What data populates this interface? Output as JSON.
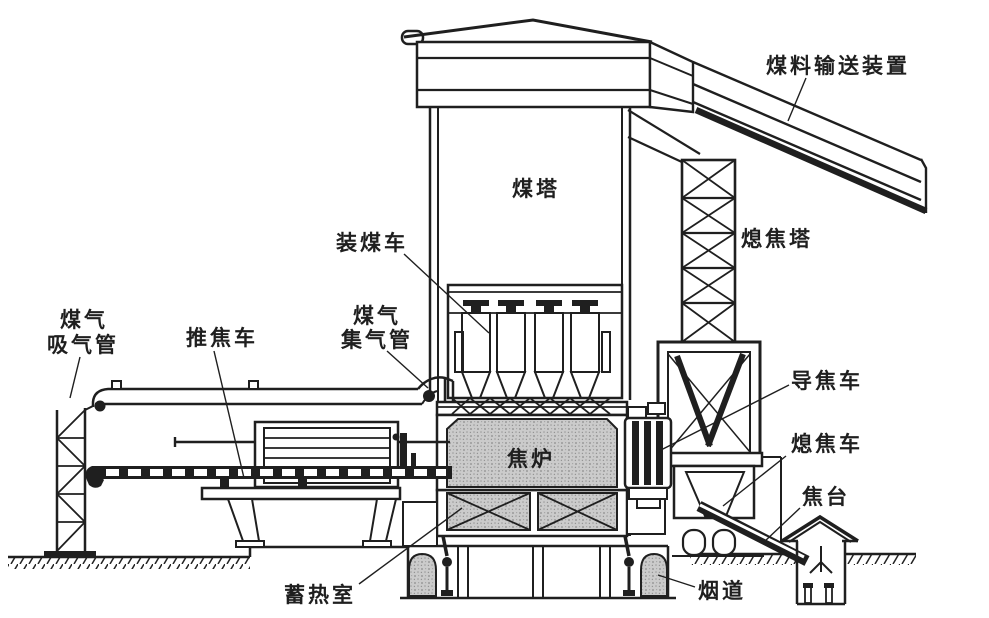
{
  "labels": {
    "coal_conveyor": "煤料输送装置",
    "coal_tower": "煤塔",
    "charging_car": "装煤车",
    "gas_collecting_main_line1": "煤气",
    "gas_collecting_main_line2": "集气管",
    "gas_suction_pipe_line1": "煤气",
    "gas_suction_pipe_line2": "吸气管",
    "pusher_car": "推焦车",
    "coke_oven": "焦炉",
    "quench_tower": "熄焦塔",
    "coke_guide_car": "导焦车",
    "quench_car": "熄焦车",
    "coke_wharf": "焦台",
    "regenerator": "蓄热室",
    "flue": "烟道"
  },
  "colors": {
    "ink": "#1f1f1f",
    "paper": "#ffffff",
    "masonry_gray": "#cbcbcb"
  }
}
